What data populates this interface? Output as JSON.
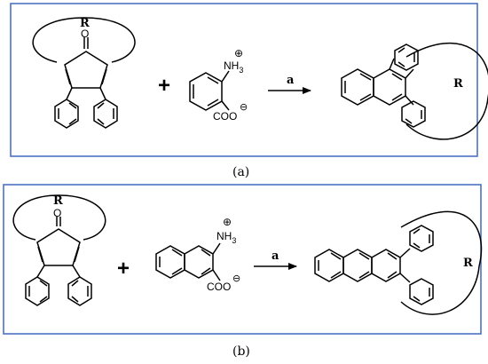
{
  "colors": {
    "frame": "#4a72c4",
    "ink": "#000000"
  },
  "panel_a": {
    "caption": "(a)",
    "ring_label": "R",
    "oxygen": "O",
    "amine": "NH",
    "amine_sub": "3",
    "carboxylate": "COO",
    "charge_pos": "⊕",
    "charge_neg": "⊖",
    "plus": "+",
    "arrow_label": "a",
    "product_label": "R"
  },
  "panel_b": {
    "caption": "(b)",
    "ring_label": "R",
    "oxygen": "O",
    "amine": "NH",
    "amine_sub": "3",
    "carboxylate": "COO",
    "charge_pos": "⊕",
    "charge_neg": "⊖",
    "plus": "+",
    "arrow_label": "a",
    "product_label": "R"
  }
}
